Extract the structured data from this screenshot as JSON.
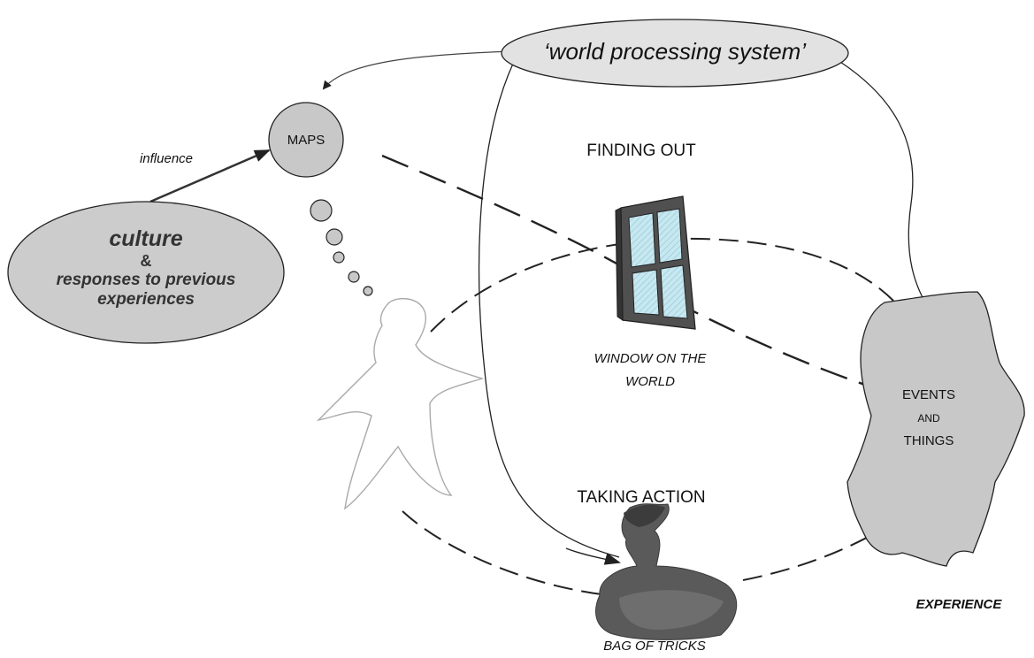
{
  "labels": {
    "world_processing_system": "‘world processing system’",
    "maps": "MAPS",
    "influence": "influence",
    "culture": "culture",
    "ampersand": "&",
    "responses_line1": "responses to previous",
    "responses_line2": "experiences",
    "finding_out": "FINDING OUT",
    "window_line1": "WINDOW ON THE",
    "window_line2": "WORLD",
    "events": "EVENTS",
    "and": "AND",
    "things": "THINGS",
    "experience": "EXPERIENCE",
    "taking_action": "TAKING ACTION",
    "bag_of_tricks": "BAG OF TRICKS"
  },
  "colors": {
    "shape_fill": "#c8c8c8",
    "outline": "#111111",
    "window_frame": "#505050",
    "window_glass": "#bfe3ec",
    "bag_dark": "#4a4a4a",
    "bag_mid": "#6a6a6a",
    "figure_outline": "#aaaaaa"
  }
}
